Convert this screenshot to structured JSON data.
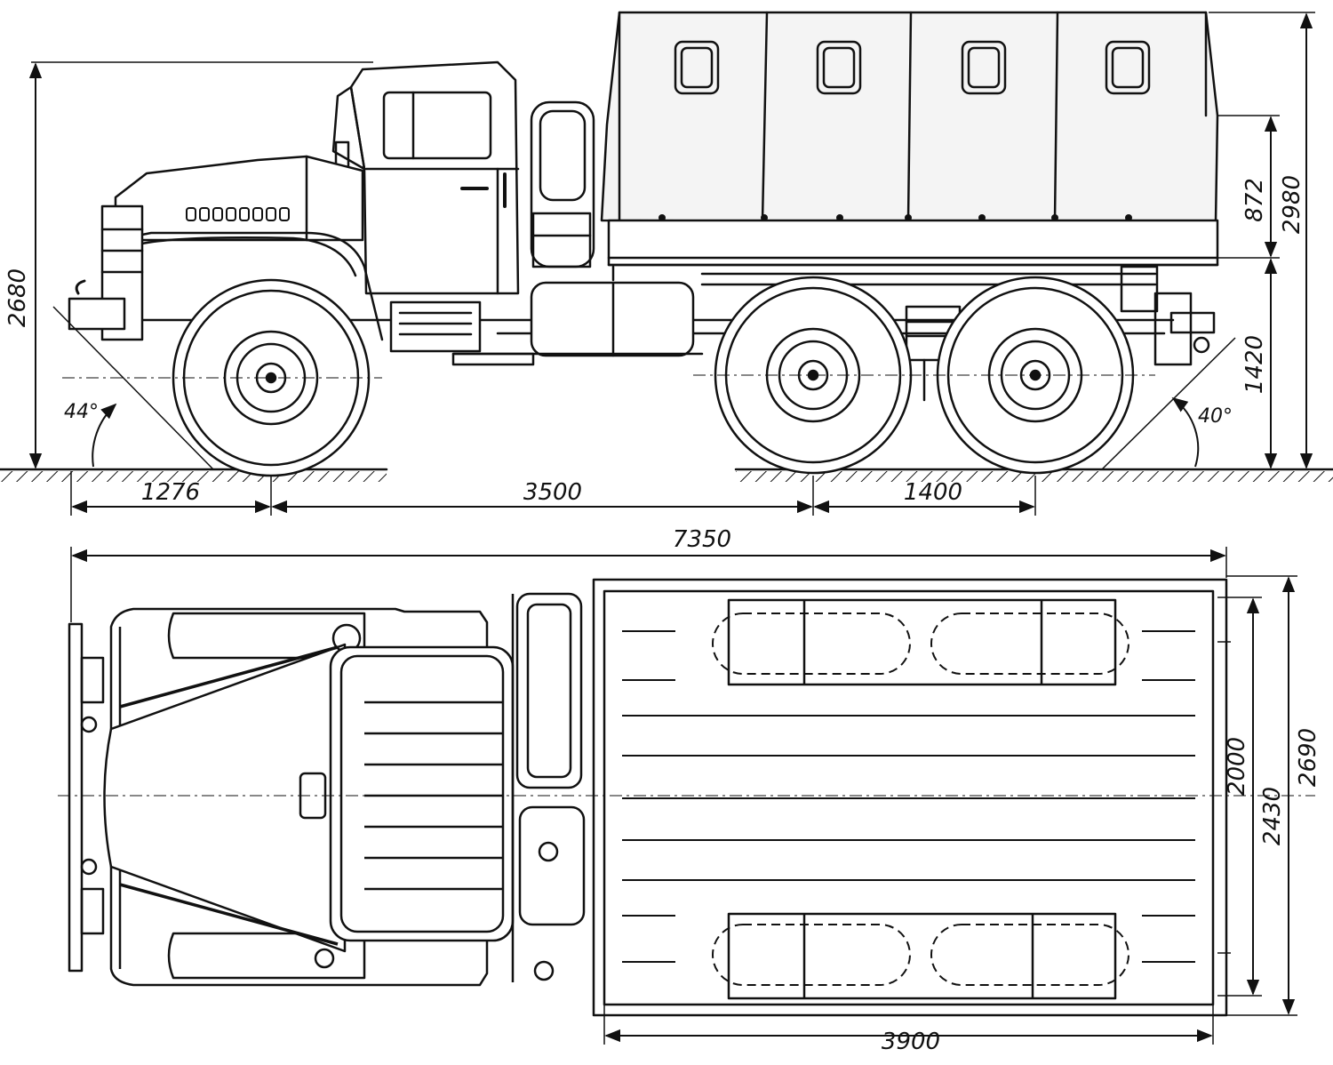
{
  "dimensions": {
    "front_overhang": "1276",
    "wheelbase": "3500",
    "bogie_base": "1400",
    "overall_length": "7350",
    "cab_height": "2680",
    "overall_height": "2980",
    "tarp_height": "872",
    "platform_height": "1420",
    "approach_angle": "44°",
    "departure_angle": "40°",
    "body_inner_width": "2000",
    "track_width": "2430",
    "overall_width": "2690",
    "body_length": "3900"
  },
  "colors": {
    "ink": "#111111",
    "paper": "#ffffff",
    "canvas": "#f4f4f4"
  }
}
